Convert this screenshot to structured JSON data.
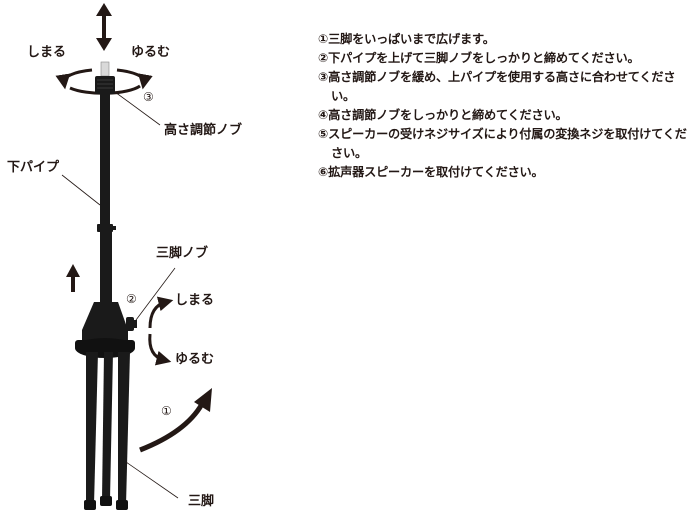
{
  "figure": {
    "labels": {
      "tighten_top": "しまる",
      "loosen_top": "ゆるむ",
      "num3": "③",
      "height_knob": "高さ調節ノブ",
      "lower_pipe": "下パイプ",
      "tripod_knob": "三脚ノブ",
      "num2": "②",
      "tighten_mid": "しまる",
      "loosen_mid": "ゆるむ",
      "num1": "①",
      "tripod": "三脚"
    },
    "icons": {
      "up_down_arrow": "double-arrow-vertical",
      "rotate_arrow": "rotate-ellipse-arrows",
      "up_arrow": "arrow-up",
      "curved_tighten": "curved-arrow-tighten",
      "curved_loosen": "curved-arrow-loosen",
      "curved_open": "curved-arrow-open"
    },
    "colors": {
      "ink": "#231815",
      "stand": "#1a1a1a"
    }
  },
  "instructions": [
    "①三脚をいっぱいまで広げます。",
    "②下パイプを上げて三脚ノブをしっかりと締めてください。",
    "③高さ調節ノブを緩め、上パイプを使用する高さに合わせてください。",
    "④高さ調節ノブをしっかりと締めてください。",
    "⑤スピーカーの受けネジサイズにより付属の変換ネジを取付けてください。",
    "⑥拡声器スピーカーを取付けてください。"
  ]
}
